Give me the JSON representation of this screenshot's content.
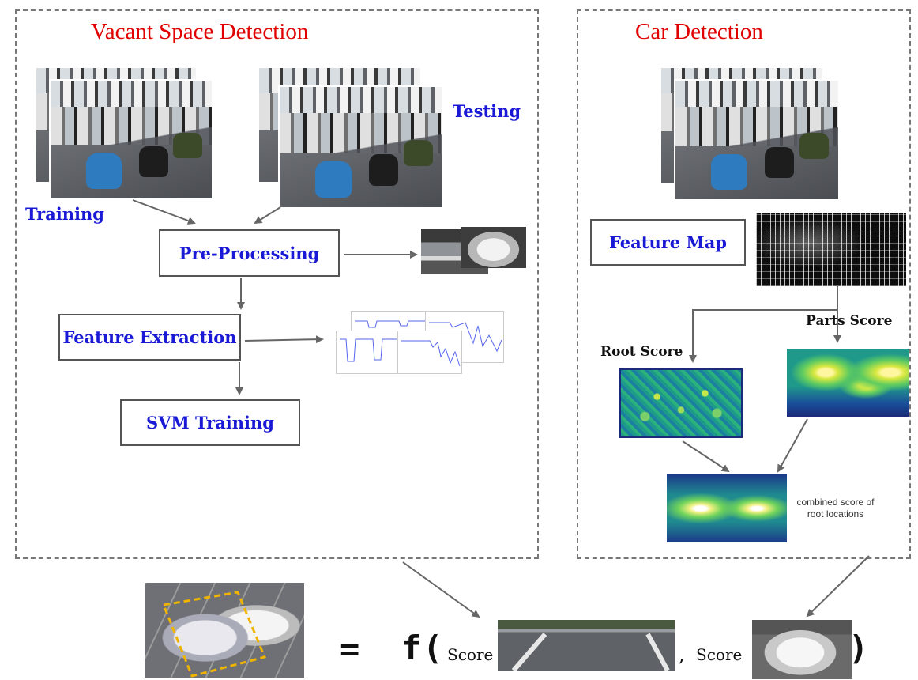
{
  "vacant_panel": {
    "title": "Vacant Space Detection",
    "training_label": "Training",
    "testing_label": "Testing",
    "preprocessing_label": "Pre-Processing",
    "feature_extraction_label": "Feature Extraction",
    "svm_training_label": "SVM Training"
  },
  "car_panel": {
    "title": "Car Detection",
    "feature_map_label": "Feature Map",
    "parts_score_label": "Parts Score",
    "root_score_label": "Root Score",
    "combined_caption_line1": "combined score of",
    "combined_caption_line2": "root locations"
  },
  "equation": {
    "equals": "=",
    "f": "f",
    "open_paren": "(",
    "score_label_1": "Score",
    "comma": ",",
    "score_label_2": "Score",
    "close_paren": ")"
  },
  "colors": {
    "title_red": "#e00000",
    "label_blue": "#1a1ad6",
    "panel_border": "#777777"
  }
}
